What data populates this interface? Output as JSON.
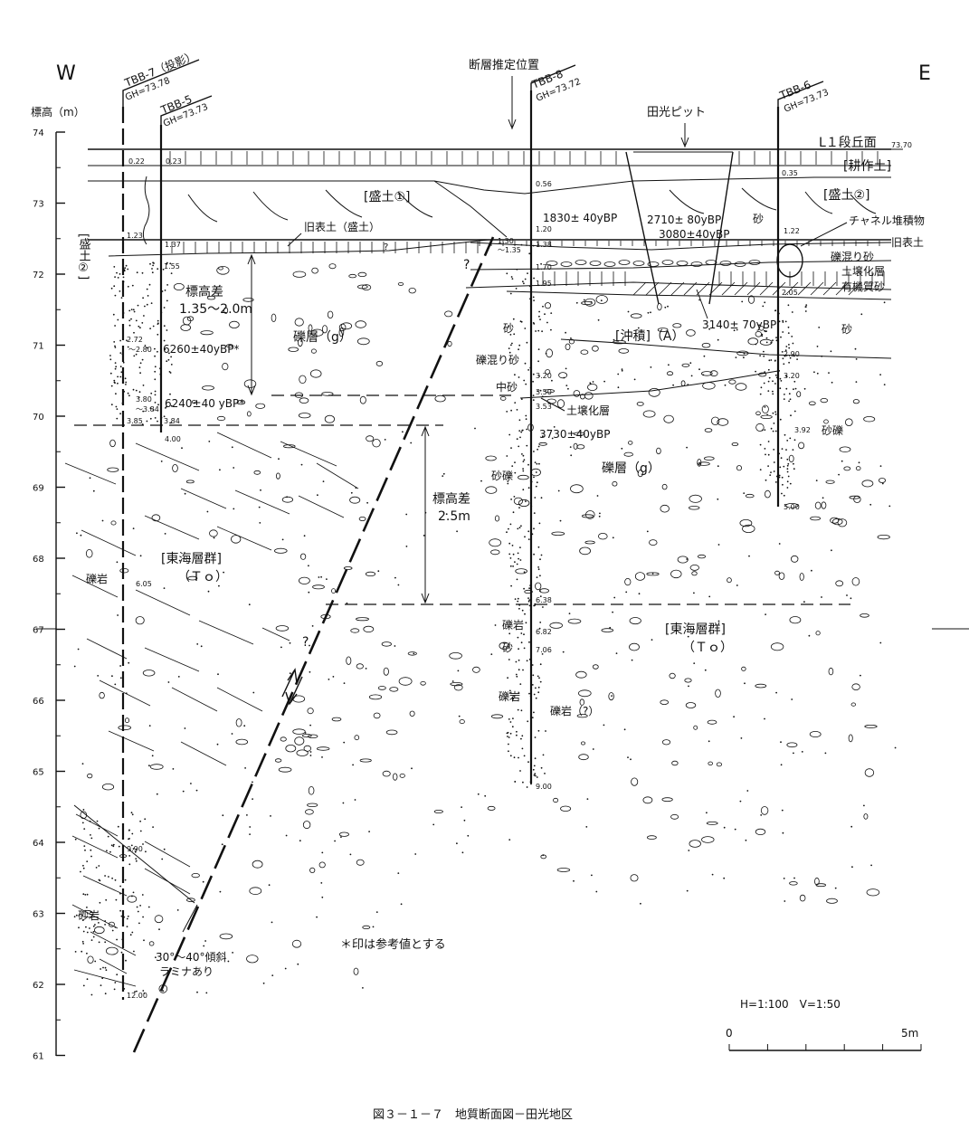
{
  "directions": {
    "west": "W",
    "east": "E"
  },
  "elevation_axis": {
    "title": "標高（m）",
    "ticks": [
      "74",
      "73",
      "72",
      "71",
      "70",
      "69",
      "68",
      "67",
      "66",
      "65",
      "64",
      "63",
      "62",
      "61"
    ]
  },
  "boreholes": [
    {
      "name": "TBB-7（投影）",
      "gh": "GH=73.78"
    },
    {
      "name": "TBB-5",
      "gh": "GH=73.73"
    },
    {
      "name": "TBB-8",
      "gh": "GH=73.72"
    },
    {
      "name": "TBB-6",
      "gh": "GH=73.73"
    }
  ],
  "top_labels": {
    "fault_position": "断層推定位置",
    "denko_pit": "田光ピット",
    "terrace": "L１段丘面",
    "terrace_elev": "73.70"
  },
  "layer_labels": {
    "cultivated_soil": "[耕作土]",
    "fill1": "[盛土①]",
    "fill2": "[盛土②]",
    "fill_left": "[盛土②]",
    "old_topsoil_fill": "旧表土（盛土）",
    "sand": "砂",
    "channel": "チャネル堆積物",
    "old_topsoil": "旧表土",
    "gravelly_sand_r": "礫混り砂",
    "soil_layer_r": "土壌化層",
    "organic_sand": "有機質砂",
    "sand_r": "砂",
    "sand_mid": "砂",
    "alluvium": "[沖積]（A）",
    "gravelly_sand_mid": "礫混り砂",
    "medium_sand": "中砂",
    "soil_layer_mid": "土壌化層",
    "sandy_gravel_r": "砂礫",
    "gravel_left": "礫層（g）",
    "gravel_right": "礫層（g）",
    "sandy_gravel_mid": "砂礫",
    "tokai_left": "[東海層群]",
    "to_left": "（Ｔｏ）",
    "tokai_right": "[東海層群]",
    "to_right": "（Ｔｏ）",
    "conglomerate_left": "礫岩",
    "conglomerate_mid": "礫岩",
    "sand_mid2": "砂",
    "conglomerate_mid2": "礫岩",
    "conglomerate_q": "礫岩（?）",
    "sandstone": "砂岩",
    "lamina1": "30°～40°傾斜",
    "lamina2": "ラミナあり"
  },
  "height_diffs": {
    "upper_label": "標高差",
    "upper_value": "1.35～2.0m",
    "lower_label": "標高差",
    "lower_value": "2.5m"
  },
  "ages": {
    "a1830": "1830± 40yBP",
    "a2710": "2710± 80yBP",
    "a3080": "3080±40yBP",
    "a3140": "3140± 70yBP",
    "a6260": "6260±40yBP*",
    "a6240": "6240±40 yBP*",
    "a3730": "3730±40yBP"
  },
  "depths": {
    "d022": "0.22",
    "d023": "0.23",
    "d123": "1.23",
    "d137": "1.37",
    "d155": "1.55",
    "d272": "2.72",
    "d280": "～2.80",
    "d380": "3.80",
    "d384a": "～3.84",
    "d385": "3.85",
    "d384b": "3.84",
    "d400": "4.00",
    "d605": "6.05",
    "d990": "9.90",
    "d1200": "12.00",
    "d056": "0.56",
    "d120": "1.20",
    "d130": "1.30",
    "d135": "～1.35",
    "d138": "1.38",
    "d170": "1.70",
    "d195": "1.95",
    "d320m": "3.20",
    "d350": "3.50",
    "d353": "3.53",
    "d638": "6.38",
    "d682": "6.82",
    "d706": "7.06",
    "d900": "9.00",
    "d035": "0.35",
    "d122": "1.22",
    "d205": "2.05",
    "d290": "2.90",
    "d320r": "3.20",
    "d392": "3.92",
    "d500": "5.00"
  },
  "question_marks": {
    "upper": "?",
    "lower": "?",
    "small": "?"
  },
  "notes": {
    "reference": "＊印は参考値とする"
  },
  "scale": {
    "ratio": "H=1:100　V=1:50",
    "zero": "0",
    "five": "5m"
  },
  "caption": "図３－１－７　地質断面図－田光地区"
}
